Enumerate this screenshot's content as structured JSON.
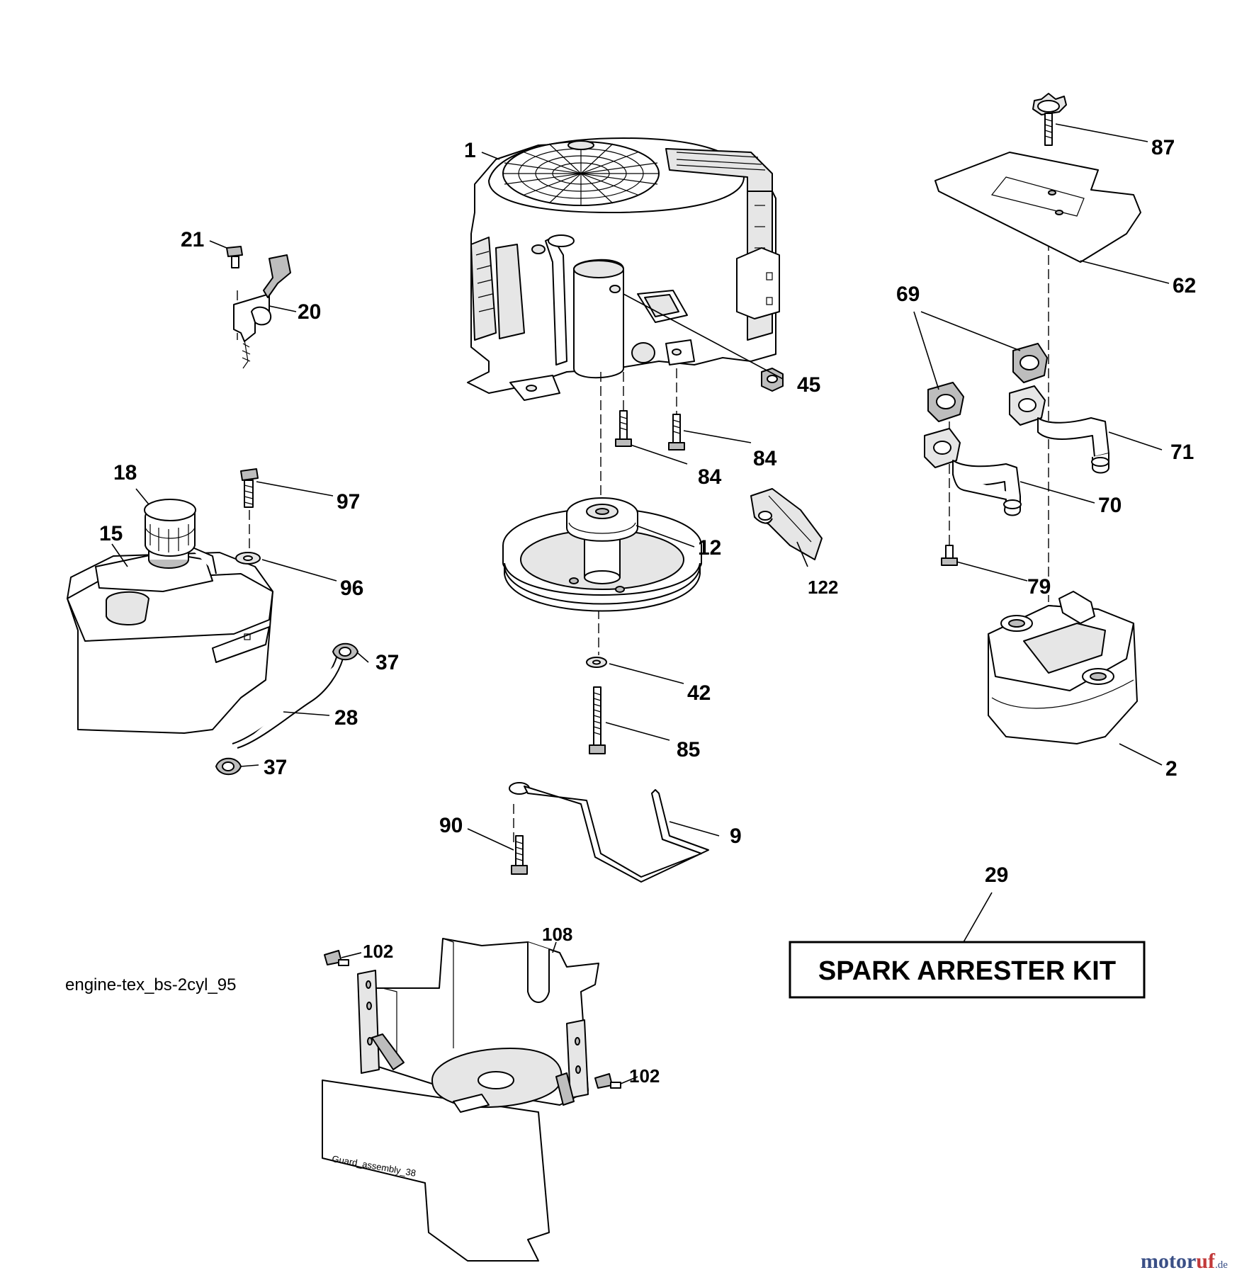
{
  "drawing_id": "engine-tex_bs-2cyl_95",
  "kit_label": "SPARK ARRESTER KIT",
  "guard_stamp": "Guard_assembly_38",
  "logo": {
    "main": "motor",
    "accent": "uf",
    "tld": ".de"
  },
  "callouts": {
    "c1": "1",
    "c2": "2",
    "c9": "9",
    "c12": "12",
    "c15": "15",
    "c18": "18",
    "c20": "20",
    "c21": "21",
    "c28": "28",
    "c29": "29",
    "c37a": "37",
    "c37b": "37",
    "c42": "42",
    "c45": "45",
    "c62": "62",
    "c69": "69",
    "c70": "70",
    "c71": "71",
    "c79": "79",
    "c84a": "84",
    "c84b": "84",
    "c85": "85",
    "c87": "87",
    "c90": "90",
    "c96": "96",
    "c97": "97",
    "c102a": "102",
    "c102b": "102",
    "c108": "108",
    "c122": "122"
  }
}
